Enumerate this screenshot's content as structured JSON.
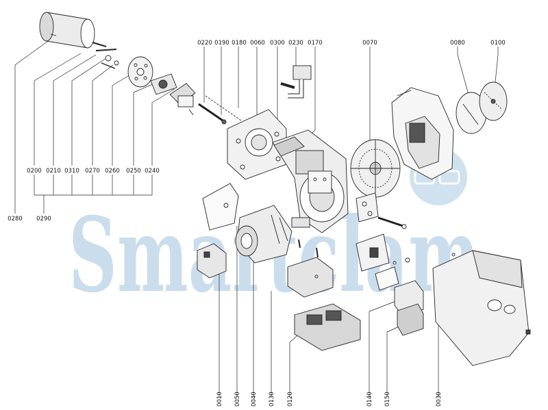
{
  "watermark": {
    "text": "Smartclam",
    "color": "#9fc3df"
  },
  "labels": {
    "top": [
      "0220",
      "0190",
      "0180",
      "0060",
      "0300",
      "0230",
      "0170",
      "0070",
      "0080",
      "0100"
    ],
    "left_row": [
      "0200",
      "0210",
      "0310",
      "0270",
      "0260",
      "0250",
      "0240"
    ],
    "left_side": [
      "0280",
      "0290"
    ],
    "bottom": [
      "0010",
      "0050",
      "0040",
      "0130",
      "0120",
      "0140",
      "0150",
      "0030"
    ]
  }
}
